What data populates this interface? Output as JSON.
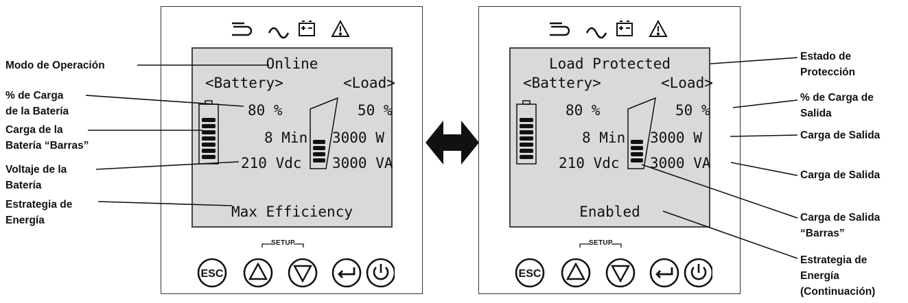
{
  "left_panel": {
    "mode": "Online",
    "battery_header": "<Battery>",
    "load_header": "<Load>",
    "battery_pct": "80 %",
    "battery_time": "8 Min",
    "battery_voltage": "210 Vdc",
    "load_pct": "50 %",
    "load_watts": "3000 W",
    "load_va": "3000 VA",
    "strategy": "Max Efficiency",
    "setup_label": "SETUP",
    "esc_label": "ESC"
  },
  "right_panel": {
    "status": "Load Protected",
    "battery_header": "<Battery>",
    "load_header": "<Load>",
    "battery_pct": "80 %",
    "battery_time": "8 Min",
    "battery_voltage": "210 Vdc",
    "load_pct": "50 %",
    "load_watts": "3000 W",
    "load_va": "3000 VA",
    "strategy": "Enabled",
    "setup_label": "SETUP",
    "esc_label": "ESC"
  },
  "left_callouts": {
    "mode": [
      "Modo de Operación"
    ],
    "battery_pct": [
      "% de Carga",
      "de la Batería"
    ],
    "battery_bars": [
      "Carga de la",
      "Batería “Barras”"
    ],
    "battery_voltage": [
      "Voltaje de la",
      "Batería"
    ],
    "strategy": [
      "Estrategia de",
      "Energía"
    ]
  },
  "right_callouts": {
    "status": [
      "Estado de",
      "Protección"
    ],
    "load_pct": [
      "% de Carga de",
      "Salida"
    ],
    "load_watts": [
      "Carga de Salida"
    ],
    "load_va": [
      "Carga de Salida"
    ],
    "load_bars": [
      "Carga de Salida",
      "“Barras”"
    ],
    "strategy": [
      "Estrategia de",
      "Energía",
      "(Continuación)"
    ]
  },
  "icons": [
    "plug-icon",
    "ac-wave-icon",
    "battery-icon",
    "warning-icon"
  ],
  "colors": {
    "lcd_background": "#d9d9d9",
    "ink": "#111111"
  }
}
